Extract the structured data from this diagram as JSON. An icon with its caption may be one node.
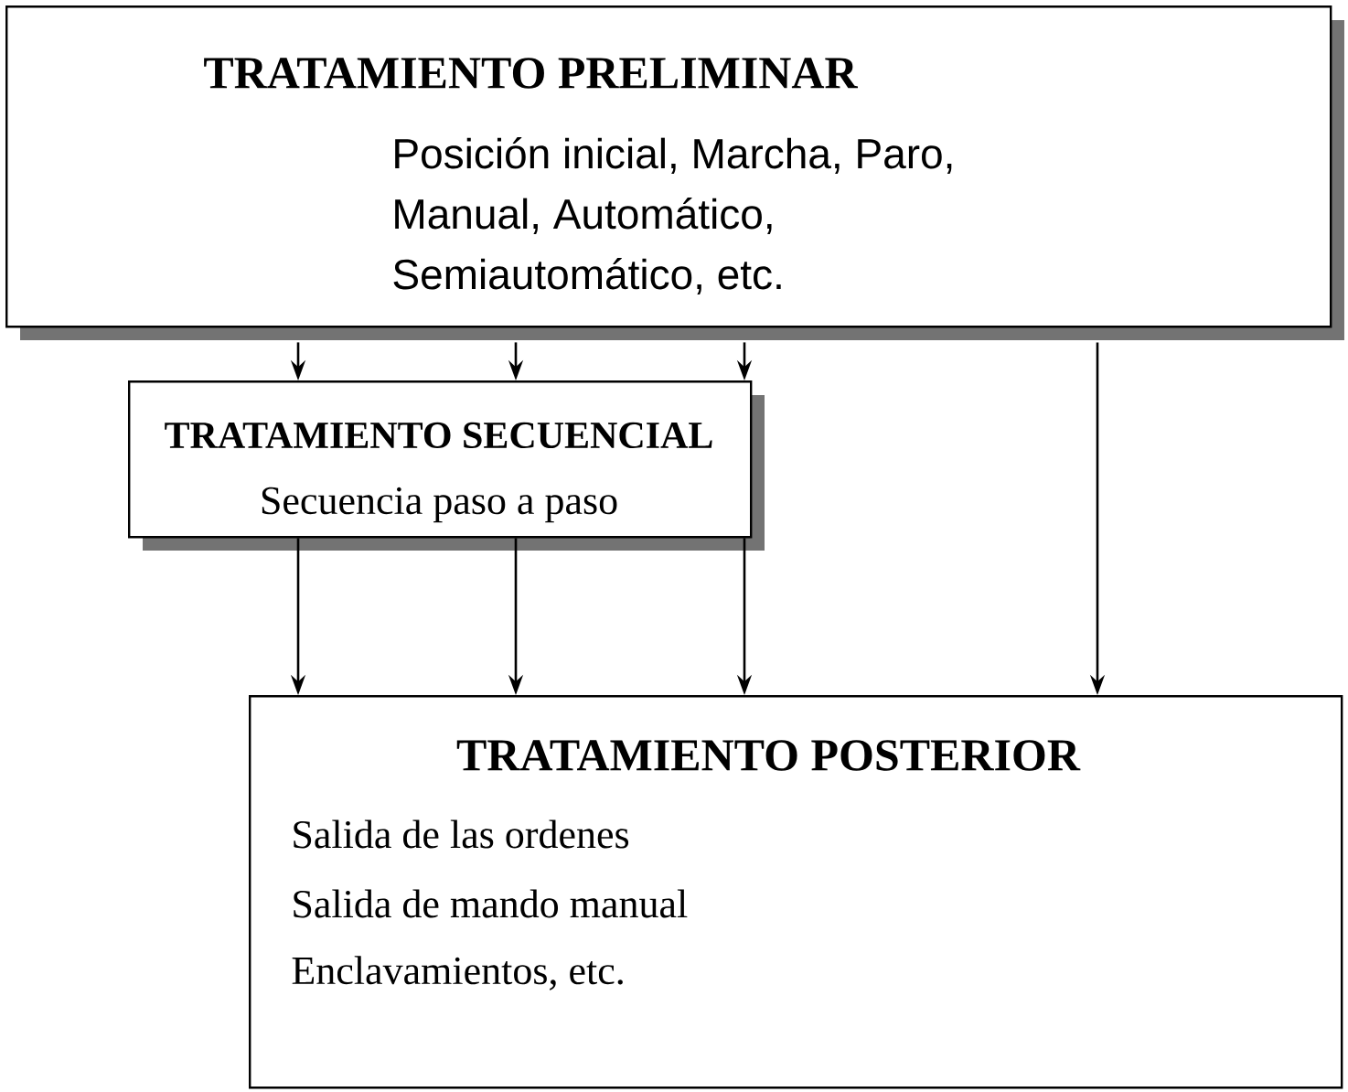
{
  "diagram": {
    "nodes": [
      {
        "text": [
          "TRATAMIENTO PRELIMINAR",
          "Posición inicial, Marcha, Paro,",
          "Manual, Automático,",
          "Semiautomático, etc."
        ]
      },
      {
        "text": [
          "TRATAMIENTO SECUENCIAL",
          "Secuencia paso a paso"
        ]
      },
      {
        "text": [
          "TRATAMIENTO POSTERIOR",
          "Salida de las ordenes",
          "Salida de mando manual",
          "Enclavamientos, etc."
        ]
      }
    ],
    "edges": [
      {
        "from": 0,
        "to": 1,
        "arrow": "to"
      },
      {
        "from": 0,
        "to": 1,
        "arrow": "to"
      },
      {
        "from": 0,
        "to": 1,
        "arrow": "to"
      },
      {
        "from": 0,
        "to": 2,
        "arrow": "to"
      },
      {
        "from": 1,
        "to": 2,
        "arrow": "to"
      },
      {
        "from": 1,
        "to": 2,
        "arrow": "to"
      },
      {
        "from": 1,
        "to": 2,
        "arrow": "to"
      }
    ]
  }
}
